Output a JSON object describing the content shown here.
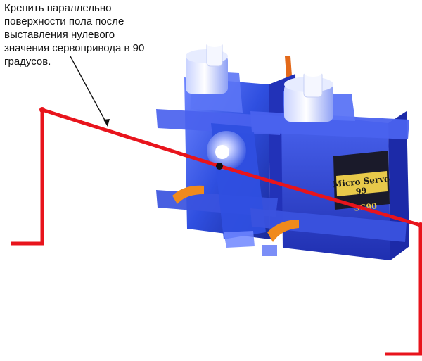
{
  "annotation": {
    "lines": [
      "Крепить параллельно",
      "поверхности пола после",
      "выставления нулевого",
      "значения сервопривода в 90",
      "градусов."
    ]
  },
  "servo": {
    "label_line1": "Micro Servo",
    "label_line2": "99",
    "label_line3": "SG90"
  },
  "colors": {
    "body": "#2f4fe0",
    "body_dark": "#1a2a9a",
    "body_light": "#8fa4ff",
    "red_line": "#e8141c",
    "label_bg": "#e8c94a",
    "wire_orange": "#f08a1c"
  }
}
